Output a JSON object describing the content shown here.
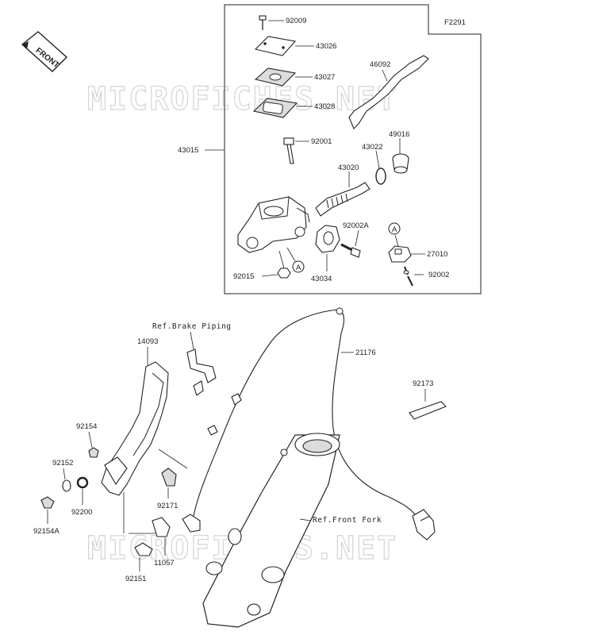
{
  "figure_id": "F2291",
  "front_badge": "FRONT",
  "watermark": "MICROFICHES.NET",
  "callout_letter": "A",
  "refs": {
    "brake_piping": "Ref.Brake Piping",
    "front_fork": "Ref.Front Fork"
  },
  "parts": {
    "p92009": "92009",
    "p43026": "43026",
    "p43027": "43027",
    "p43028": "43028",
    "p46092": "46092",
    "p43015": "43015",
    "p92001": "92001",
    "p43022": "43022",
    "p49016": "49016",
    "p43020": "43020",
    "p92002A": "92002A",
    "p27010": "27010",
    "p92015": "92015",
    "p43034": "43034",
    "p92002": "92002",
    "p14093": "14093",
    "p21176": "21176",
    "p92173": "92173",
    "p92154": "92154",
    "p92152": "92152",
    "p92200": "92200",
    "p92154A": "92154A",
    "p92171": "92171",
    "p11057": "11057",
    "p92151": "92151"
  }
}
